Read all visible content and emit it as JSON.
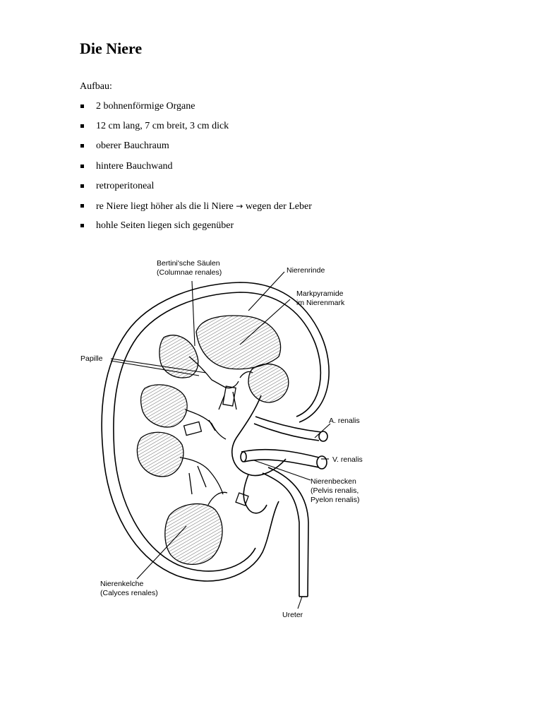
{
  "title": "Die Niere",
  "intro": "Aufbau:",
  "bullets": [
    "2 bohnenförmige Organe",
    "12 cm lang, 7 cm breit, 3 cm dick",
    "oberer Bauchraum",
    "hintere Bauchwand",
    "retroperitoneal",
    {
      "before": "re Niere liegt höher als die li Niere",
      "arrow": "→",
      "after": "wegen der Leber"
    },
    "hohle Seiten liegen sich gegenüber"
  ],
  "figure": {
    "labels": {
      "bertini_1": "Bertini'sche Säulen",
      "bertini_2": "(Columnae renales)",
      "nierenrinde": "Nierenrinde",
      "markpyramide_1": "Markpyramide",
      "markpyramide_2": "im Nierenmark",
      "papille": "Papille",
      "a_renalis": "A. renalis",
      "v_renalis": "V. renalis",
      "nierenbecken_1": "Nierenbecken",
      "nierenbecken_2": "(Pelvis renalis,",
      "nierenbecken_3": "Pyelon renalis)",
      "nierenkelche_1": "Nierenkelche",
      "nierenkelche_2": "(Calyces renales)",
      "ureter": "Ureter"
    }
  }
}
